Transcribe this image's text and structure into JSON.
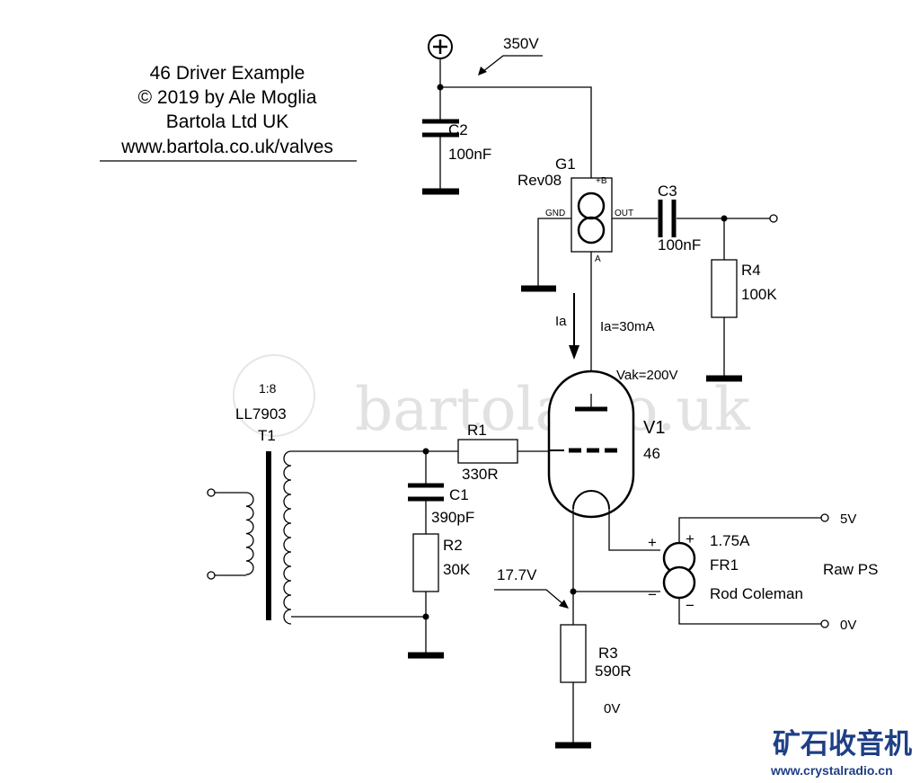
{
  "header": {
    "line1": "46 Driver Example",
    "line2": "© 2019 by Ale Moglia",
    "line3": "Bartola Ltd UK",
    "line4": "www.bartola.co.uk/valves"
  },
  "supply": {
    "voltage": "350V"
  },
  "c2": {
    "ref": "C2",
    "value": "100nF"
  },
  "g1": {
    "ref": "G1",
    "model": "Rev08",
    "pin_b": "+B",
    "pin_gnd": "GND",
    "pin_out": "OUT",
    "pin_a": "A"
  },
  "c3": {
    "ref": "C3",
    "value": "100nF"
  },
  "r4": {
    "ref": "R4",
    "value": "100K"
  },
  "current": {
    "arrow_label": "Ia",
    "value": "Ia=30mA",
    "vak": "Vak=200V"
  },
  "t1": {
    "ratio": "1:8",
    "model": "LL7903",
    "ref": "T1"
  },
  "r1": {
    "ref": "R1",
    "value": "330R"
  },
  "v1": {
    "ref": "V1",
    "type": "46"
  },
  "c1": {
    "ref": "C1",
    "value": "390pF"
  },
  "r2": {
    "ref": "R2",
    "value": "30K"
  },
  "fr1": {
    "current": "1.75A",
    "ref": "FR1",
    "maker": "Rod Coleman",
    "plus": "+",
    "minus": "−"
  },
  "raw_ps": {
    "label": "Raw PS",
    "v5": "5V",
    "v0": "0V"
  },
  "cathode": {
    "voltage": "17.7V"
  },
  "r3": {
    "ref": "R3",
    "value": "590R",
    "ground": "0V"
  },
  "watermark": {
    "text": "bartola.co.uk"
  },
  "logo": {
    "cn": "矿石收音机",
    "url": "www.crystalradio.cn"
  }
}
